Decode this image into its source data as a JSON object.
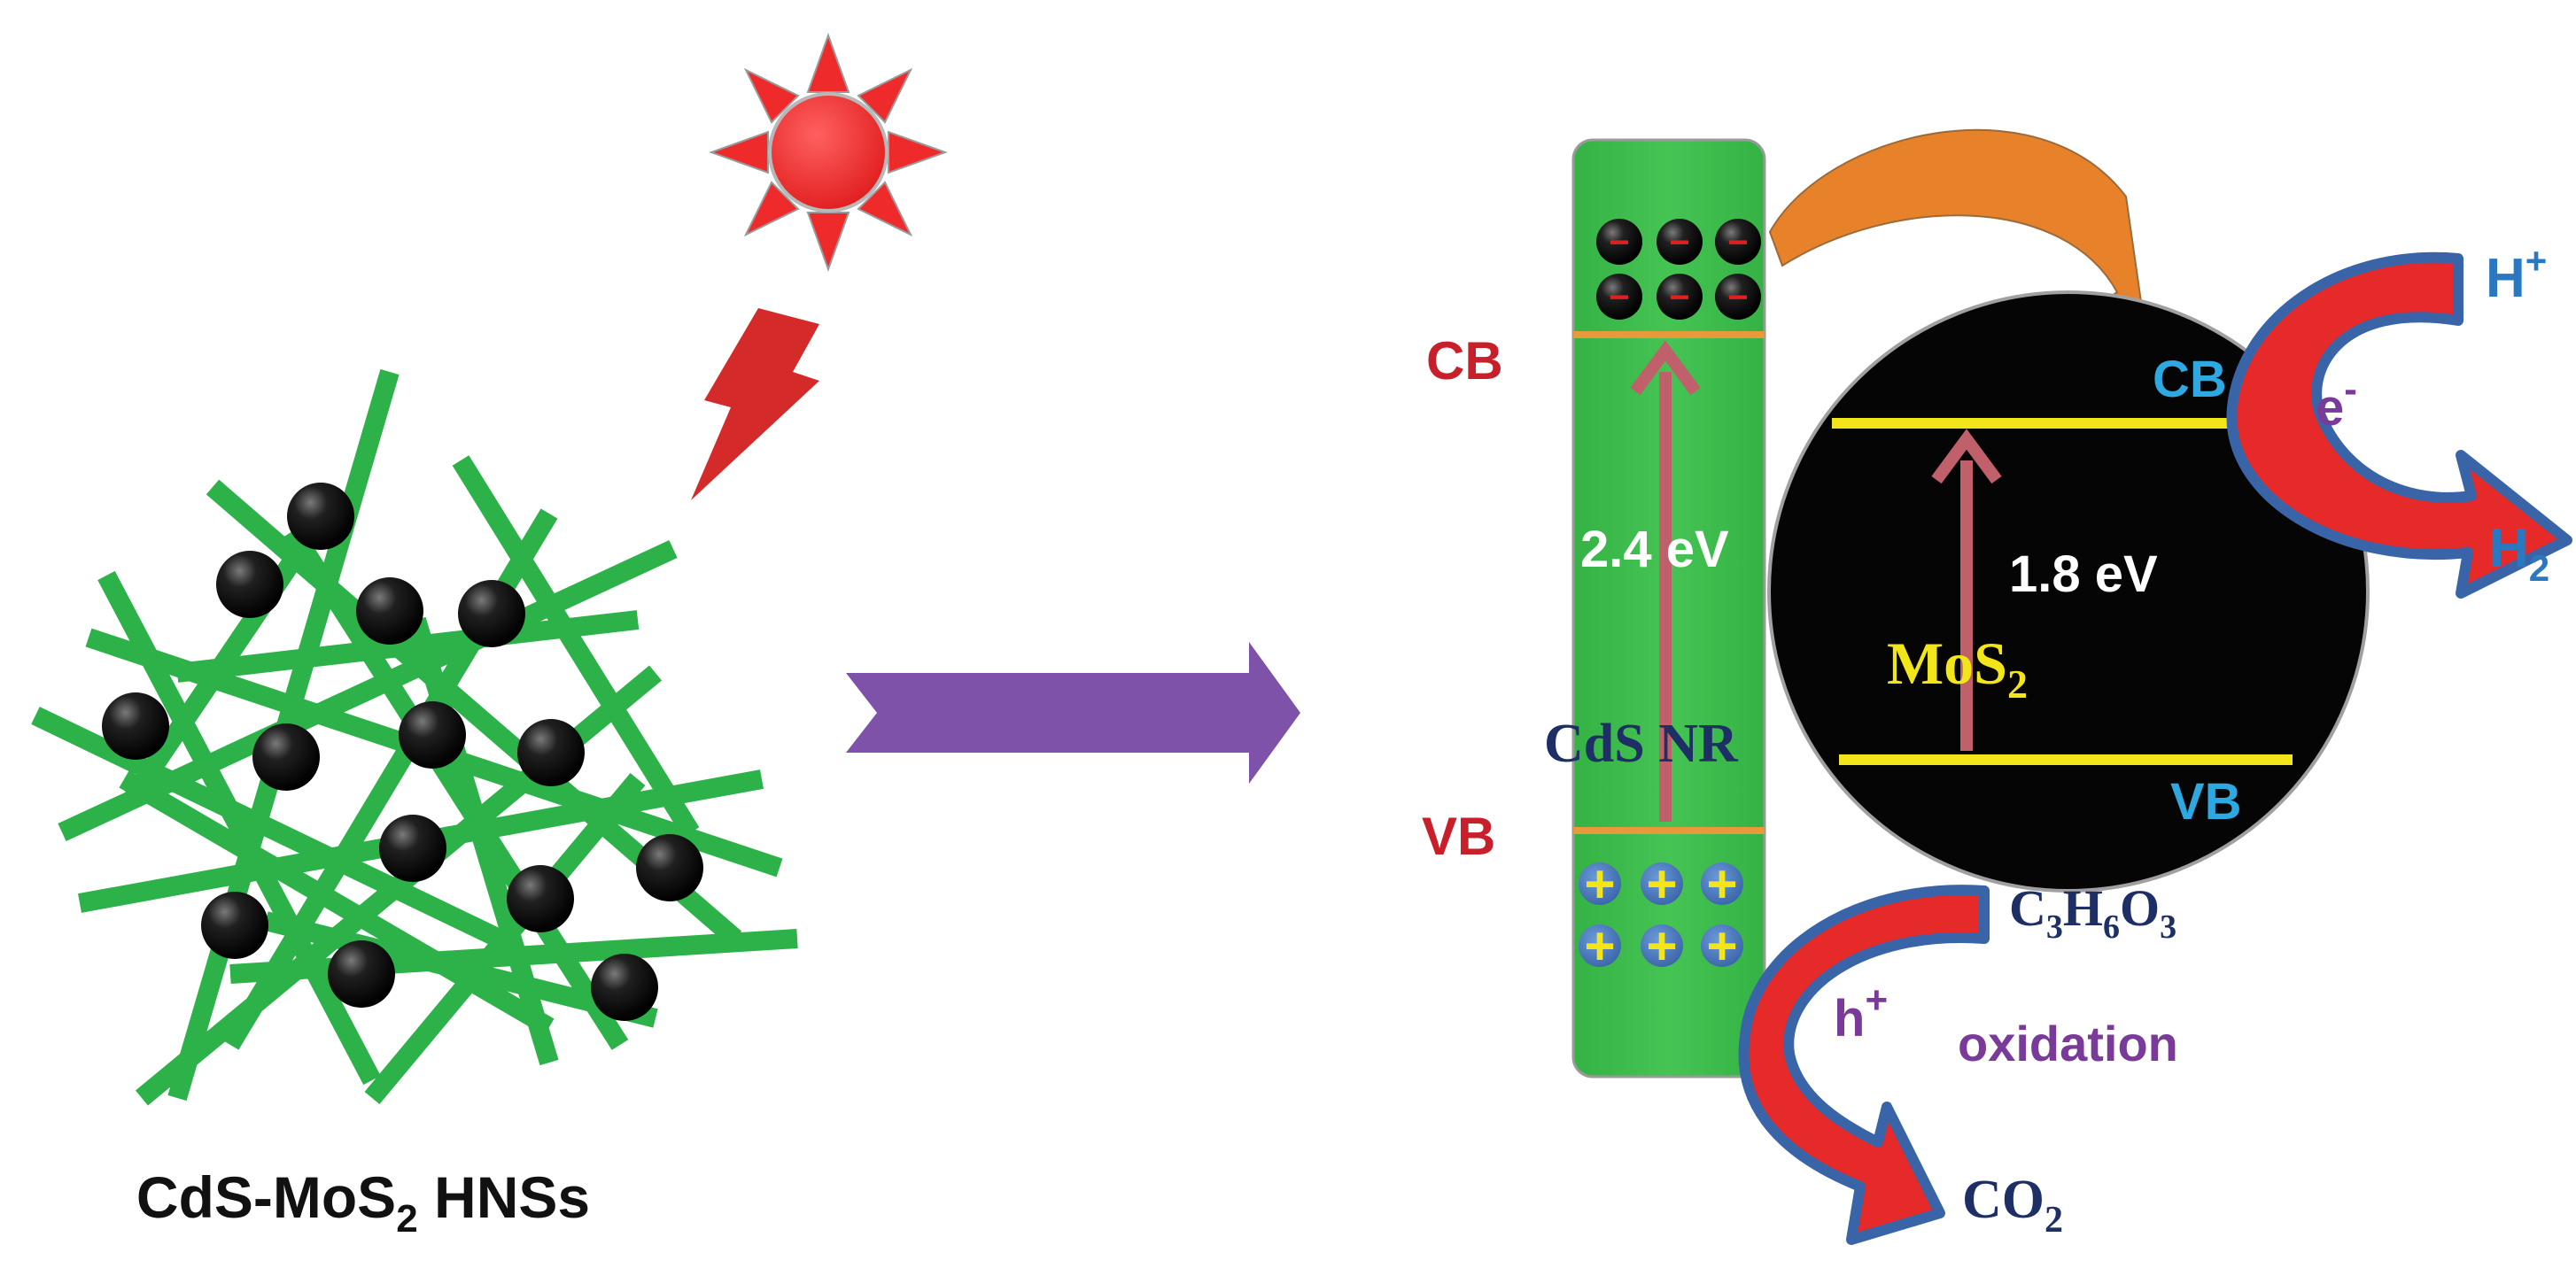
{
  "left_panel": {
    "label_pre": "CdS-MoS",
    "label_sub": "2",
    "label_post": " HNSs"
  },
  "band_diagram": {
    "cds_label": "CdS NR",
    "cds_gap": "2.4 eV",
    "cds_cb": "CB",
    "cds_vb": "VB",
    "mos2_pre": "MoS",
    "mos2_sub": "2",
    "mos2_gap": "1.8 eV",
    "mos2_cb": "CB",
    "mos2_vb": "VB",
    "electron_sign": "−",
    "hole_sign": "+"
  },
  "reduction": {
    "reactant_pre": "H",
    "reactant_sup": "+",
    "product_pre": "H",
    "product_sub": "2",
    "carrier_pre": "e",
    "carrier_sup": "-"
  },
  "oxidation": {
    "reactant_c": "C",
    "reactant_c_sub": "3",
    "reactant_h": "H",
    "reactant_h_sub": "6",
    "reactant_o": "O",
    "reactant_o_sub": "3",
    "product_pre": "CO",
    "product_sub": "2",
    "carrier_pre": "h",
    "carrier_sup": "+",
    "process_label": "oxidation"
  },
  "colors": {
    "cds_green": "#3cb84a",
    "fiber_green": "#2db24a",
    "sun_red": "#ee2a2a",
    "bolt_red": "#d42a2a",
    "band_red_label": "#c8202a",
    "band_blue_label": "#2ea8e0",
    "flow_arrow_purple": "#7e52a8",
    "transfer_orange": "#e8822a",
    "excitation_arrow": "#c0606a",
    "mos2_yellow": "#f2e61a",
    "navy_text": "#1e2f66",
    "purple_text": "#7a3a9a",
    "curved_arrow_red": "#e62a2a",
    "curved_arrow_outline": "#3a64a8"
  }
}
